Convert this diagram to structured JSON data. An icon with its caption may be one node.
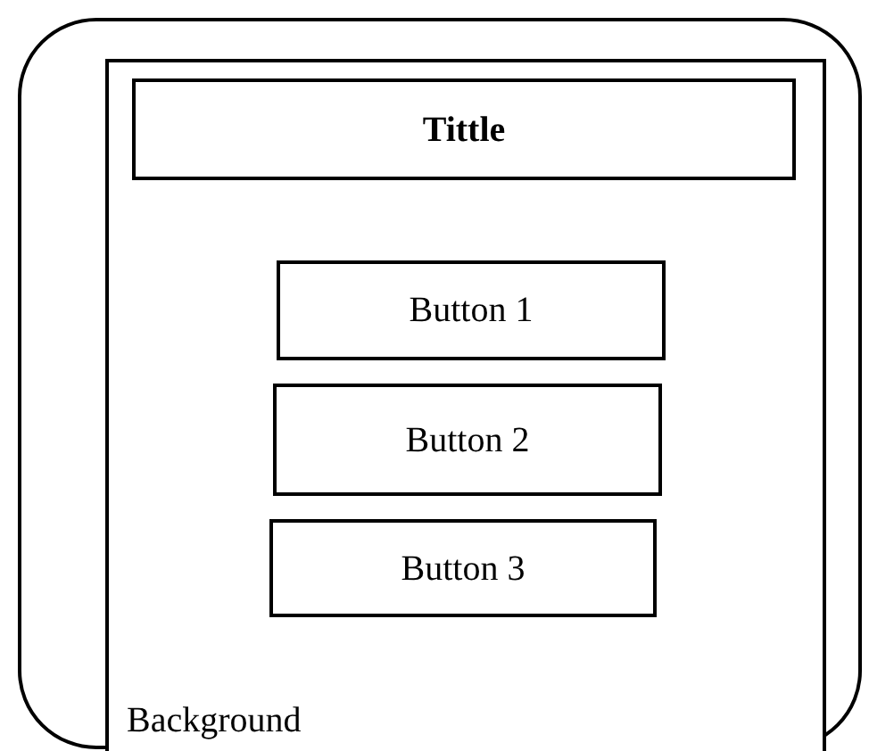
{
  "diagram": {
    "nodes": [
      {
        "text": [],
        "shape": "box"
      },
      {
        "text": [
          "Background"
        ],
        "in": 0
      },
      {
        "text": [
          "Tittle"
        ],
        "in": 1
      },
      {
        "text": [
          "Button 1"
        ],
        "in": 1
      },
      {
        "text": [
          "Button 2"
        ],
        "in": 1
      },
      {
        "text": [
          "Button 3"
        ],
        "in": 1
      }
    ]
  }
}
